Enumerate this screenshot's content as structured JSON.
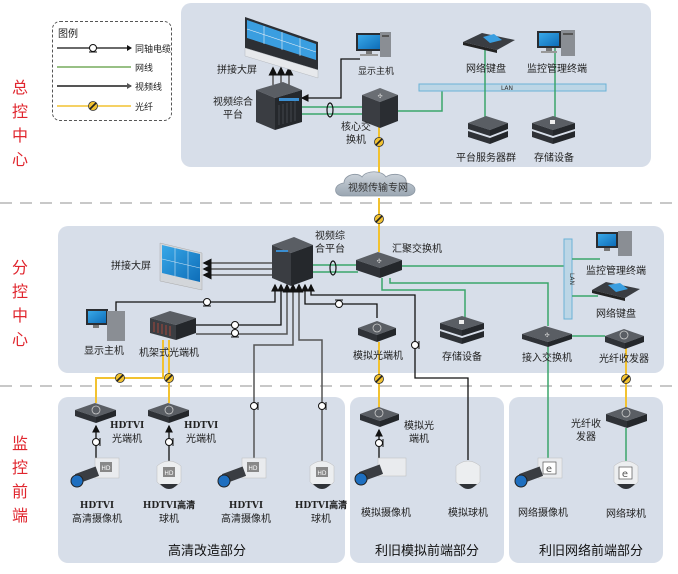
{
  "legend": {
    "title": "图例",
    "items": [
      {
        "label": "同轴电缆",
        "type": "coax",
        "color": "#111111"
      },
      {
        "label": "网线",
        "type": "network",
        "color": "#5a9a3c"
      },
      {
        "label": "视频线",
        "type": "video",
        "color": "#555555"
      },
      {
        "label": "光纤",
        "type": "fiber",
        "color": "#f2c230"
      }
    ]
  },
  "zones": [
    {
      "id": "central",
      "label": "总控中心"
    },
    {
      "id": "branch",
      "label": "分控中心"
    },
    {
      "id": "frontend",
      "label": "监控前端"
    }
  ],
  "central": {
    "video_wall": "拼接大屏",
    "display_host": "显示主机",
    "video_platform": "视频综合平台",
    "core_switch": "核心交换机",
    "network_keyboard": "网络键盘",
    "mgmt_terminal": "监控管理终端",
    "lan": "LAN",
    "server_cluster": "平台服务器群",
    "storage": "存储设备"
  },
  "network_cloud": "视频传输专网",
  "branch": {
    "video_wall": "拼接大屏",
    "video_platform": "视频综合平台",
    "aggregation_switch": "汇聚交换机",
    "mgmt_terminal": "监控管理终端",
    "network_keyboard": "网络键盘",
    "lan": "LAN",
    "display_host": "显示主机",
    "rack_optical": "机架式光端机",
    "analog_optical": "模拟光端机",
    "storage": "存储设备",
    "access_switch": "接入交换机",
    "fiber_transceiver": "光纤收发器"
  },
  "frontend": {
    "hd_section": {
      "title": "高清改造部分",
      "optical_1": {
        "line1": "HDTVI",
        "line2": "光端机"
      },
      "optical_2": {
        "line1": "HDTVI",
        "line2": "光端机"
      },
      "camera_1": {
        "line1": "HDTVI",
        "line2": "高清摄像机"
      },
      "dome_1": {
        "line1": "HDTVI高清",
        "line2": "球机"
      },
      "camera_2": {
        "line1": "HDTVI",
        "line2": "高清摄像机"
      },
      "dome_2": {
        "line1": "HDTVI高清",
        "line2": "球机"
      },
      "hd_badge": "HD"
    },
    "analog_section": {
      "title": "利旧模拟前端部分",
      "optical": {
        "line1": "模拟光",
        "line2": "端机"
      },
      "camera": "模拟摄像机",
      "dome": "模拟球机"
    },
    "network_section": {
      "title": "利旧网络前端部分",
      "transceiver": {
        "line1": "光纤收",
        "line2": "发器"
      },
      "camera": "网络摄像机",
      "dome": "网络球机",
      "ie_badge": "e"
    }
  },
  "colors": {
    "zone_label": "#e0262e",
    "panel": "#d7dee9",
    "network_line": "#3aa56b",
    "fiber_line": "#f2c230",
    "coax_line": "#111111",
    "video_line": "#555555",
    "lan_bar": "#bcd6e6"
  }
}
